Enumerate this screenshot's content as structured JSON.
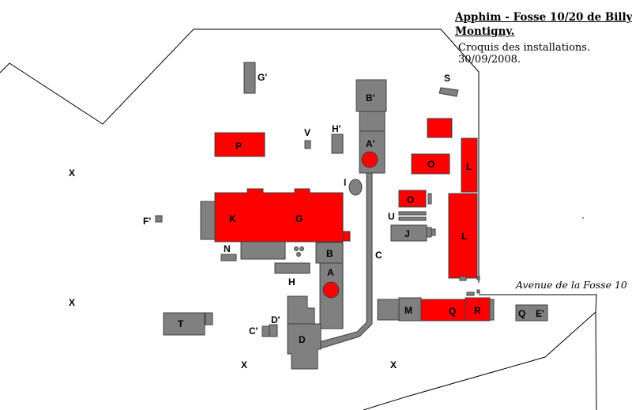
{
  "header": {
    "title_line1": "Apphim - Fosse 10/20 de Billy",
    "title_line2": "Montigny.",
    "subtitle_line1": "Croquis des installations.",
    "subtitle_line2": "30/09/2008."
  },
  "street_label": "Avenue de la Fosse 10",
  "colors": {
    "building_gray": "#808080",
    "building_red": "#ff0000",
    "outline": "#404040",
    "boundary": "#000000",
    "background": "#ffffff"
  },
  "labels": {
    "G_prime": "G'",
    "B_prime": "B'",
    "A_prime": "A'",
    "S": "S",
    "H_prime": "H'",
    "V": "V",
    "P": "P",
    "O_top": "O",
    "L_top": "L",
    "I": "I",
    "O_mid": "O",
    "U": "U",
    "J": "J",
    "L_bottom": "L",
    "K": "K",
    "G": "G",
    "F_prime": "F'",
    "N": "N",
    "B": "B",
    "C": "C",
    "H": "H",
    "A": "A",
    "M": "M",
    "Q": "Q",
    "R": "R",
    "Q_right": "Q",
    "E_prime": "E'",
    "T": "T",
    "D_prime": "D'",
    "C_prime": "C'",
    "D": "D",
    "X_top": "X",
    "X_left": "X",
    "X_bottom_left": "X",
    "X_bottom_right": "X"
  }
}
